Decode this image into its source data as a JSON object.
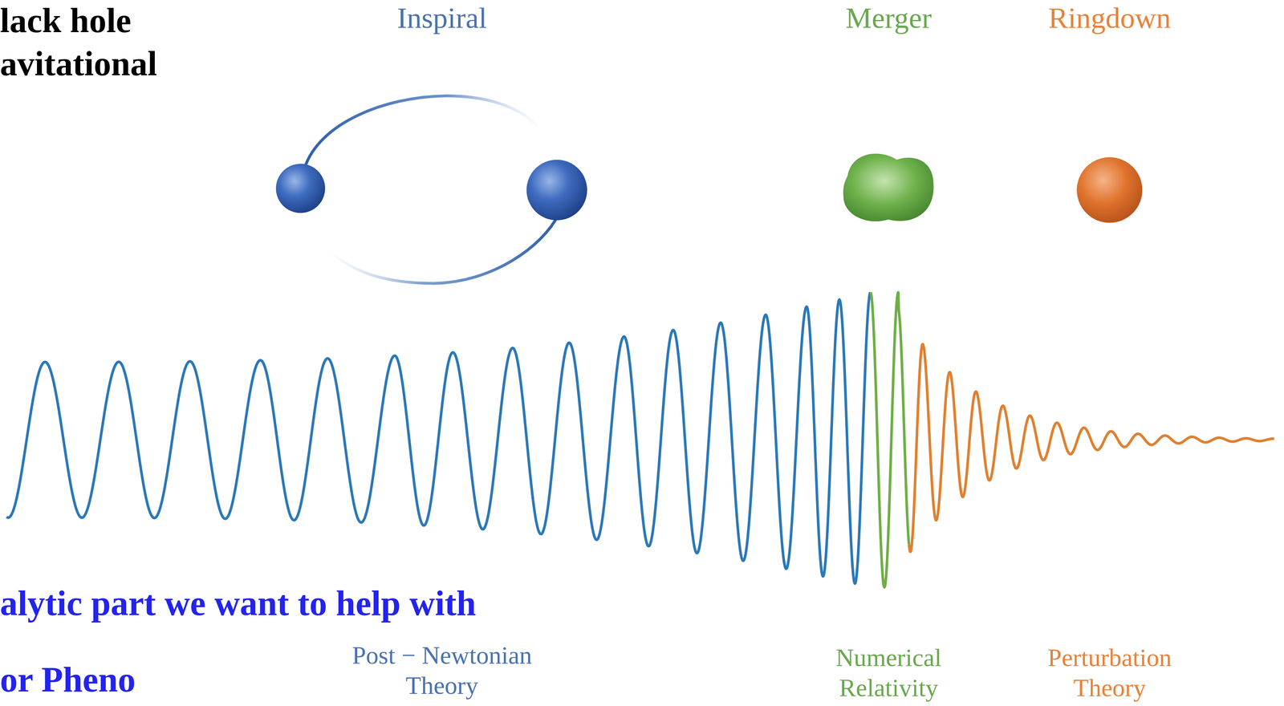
{
  "diagram": {
    "labels": [
      "lack hole",
      "avitational",
      "Inspiral",
      "Merger",
      "Ringdown",
      "alytic part we want to help with",
      "Post − Newtonian Theory",
      "Numerical Relativity",
      "Perturbation Theory",
      "or Pheno"
    ]
  }
}
